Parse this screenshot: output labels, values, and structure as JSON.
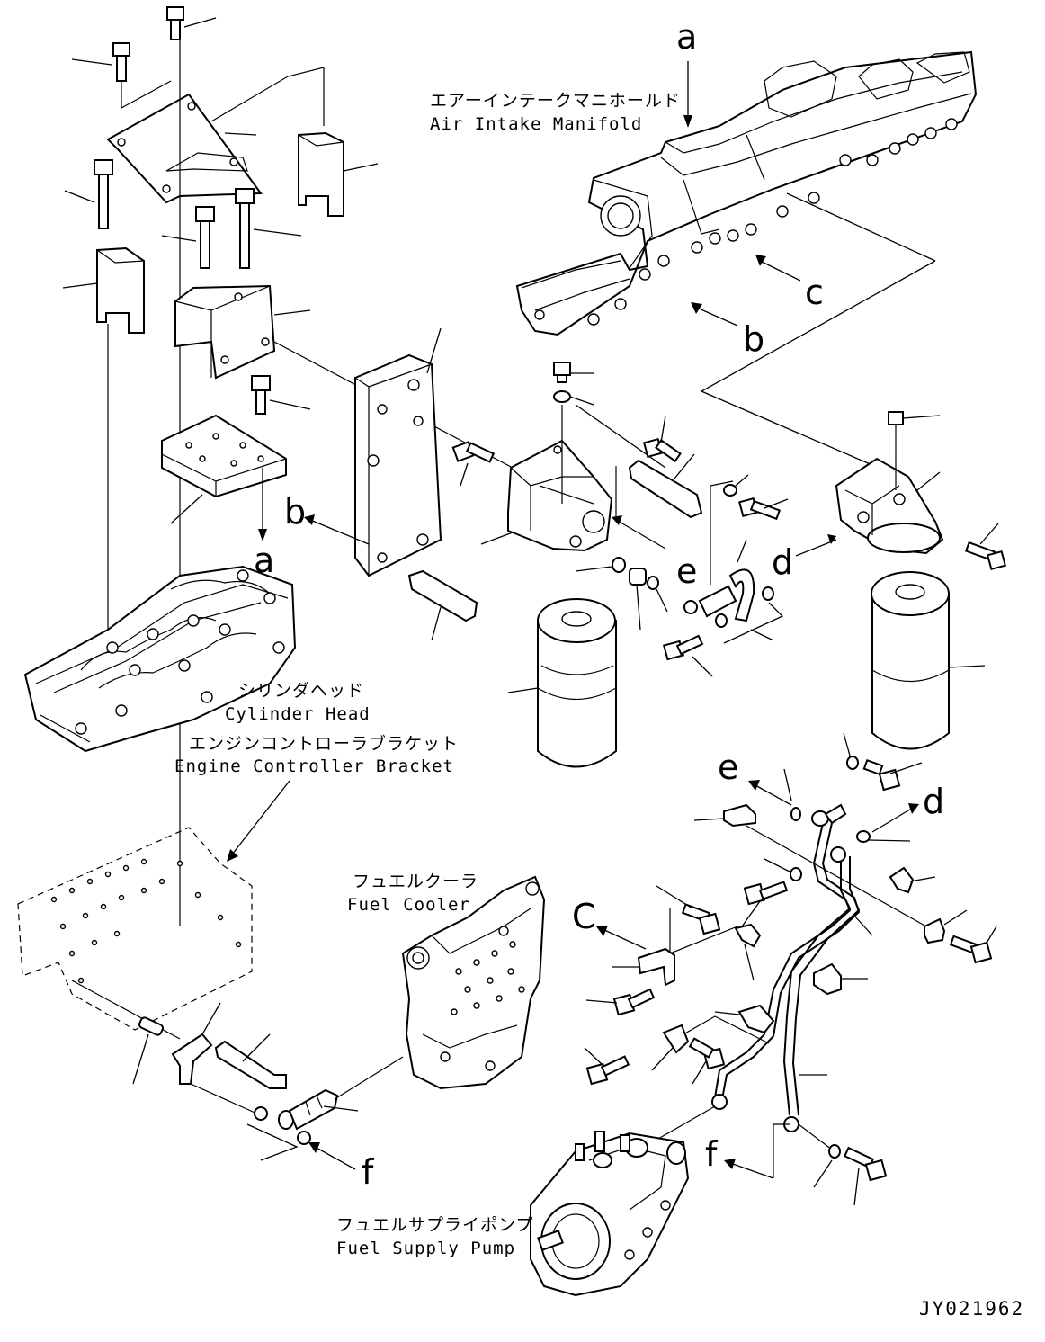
{
  "labels": {
    "air_intake_manifold_jp": "エアーインテークマニホールド",
    "air_intake_manifold_en": "Air Intake Manifold",
    "cylinder_head_jp": "シリンダヘッド",
    "cylinder_head_en": "Cylinder Head",
    "engine_controller_bracket_jp": "エンジンコントローラブラケット",
    "engine_controller_bracket_en": "Engine Controller Bracket",
    "fuel_cooler_jp": "フュエルクーラ",
    "fuel_cooler_en": "Fuel Cooler",
    "fuel_supply_pump_jp": "フュエルサプライポンプ",
    "fuel_supply_pump_en": "Fuel Supply Pump"
  },
  "refs": {
    "a": "a",
    "b": "b",
    "c": "c",
    "d": "d",
    "e": "e",
    "f": "f",
    "C": "C"
  },
  "drawing_code": "JY021962"
}
